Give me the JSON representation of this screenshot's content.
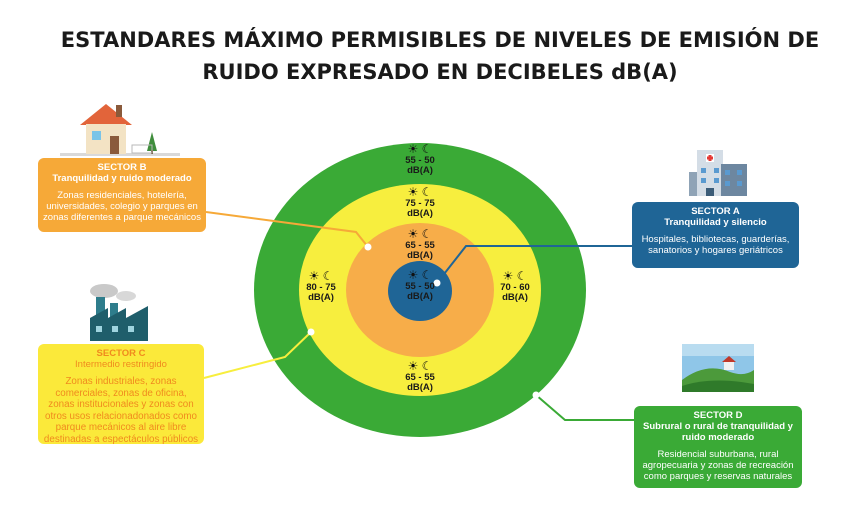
{
  "title": {
    "line1": "ESTANDARES MÁXIMO PERMISIBLES DE NIVELES DE EMISIÓN DE",
    "line2": "RUIDO EXPRESADO EN DECIBELES dB(A)"
  },
  "rings": {
    "outer_top": {
      "icons": "☀ ☾",
      "value": "55 - 50",
      "unit": "dB(A)"
    },
    "yellow_top": {
      "icons": "☀ ☾",
      "value": "75 - 75",
      "unit": "dB(A)"
    },
    "orange_top": {
      "icons": "☀ ☾",
      "value": "65 - 55",
      "unit": "dB(A)"
    },
    "center": {
      "icons": "☀ ☾",
      "value": "55 - 50",
      "unit": "dB(A)"
    },
    "left": {
      "icons": "☀ ☾",
      "value": "80 - 75",
      "unit": "dB(A)"
    },
    "right": {
      "icons": "☀ ☾",
      "value": "70 - 60",
      "unit": "dB(A)"
    },
    "bottom": {
      "icons": "☀ ☾",
      "value": "65 - 55",
      "unit": "dB(A)"
    }
  },
  "sectors": {
    "b": {
      "name": "SECTOR B",
      "subtitle": "Tranquilidad y ruido moderado",
      "text": "Zonas residenciales, hotelería, universidades, colegio y parques en zonas diferentes a parque mecánicos"
    },
    "a": {
      "name": "SECTOR A",
      "subtitle": "Tranquilidad y silencio",
      "text": "Hospitales, bibliotecas, guarderías, sanatorios y hogares geriátricos"
    },
    "c": {
      "name": "SECTOR C",
      "subtitle": "Intermedio restringido",
      "text": "Zonas industriales, zonas comerciales, zonas de oficina, zonas institucionales y zonas con otros usos relacionadonados como parque mecánicos al aire libre destinadas a espectáculos públicos"
    },
    "d": {
      "name": "SECTOR D",
      "subtitle": "Subrural o rural de tranquilidad y ruido moderado",
      "text": "Residencial suburbana, rural agropecuaria y  zonas de recreación como parques y reservas naturales"
    }
  },
  "colors": {
    "green": "#3aaa36",
    "yellow": "#f7ee3e",
    "orange": "#f7ad49",
    "blue": "#1f6596"
  },
  "icons": [
    "house-icon",
    "hospital-icon",
    "factory-icon",
    "landscape-icon",
    "sun-icon",
    "moon-icon"
  ]
}
